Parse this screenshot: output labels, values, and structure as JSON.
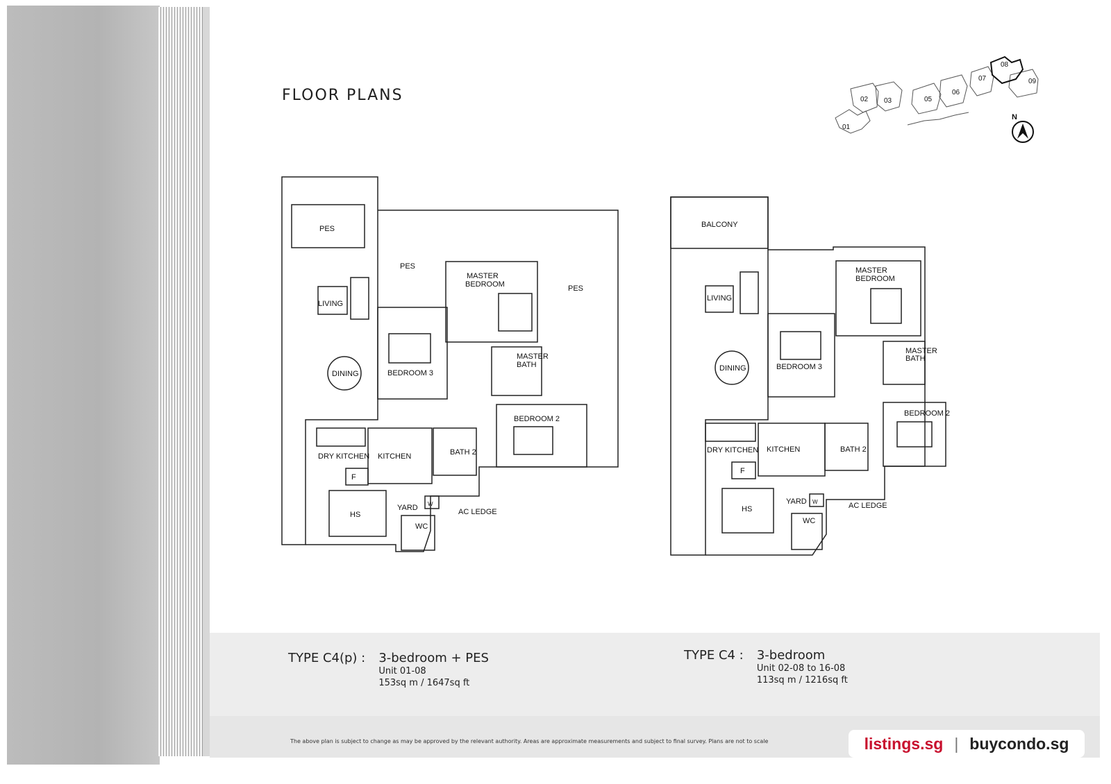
{
  "page": {
    "title": "FLOOR PLANS"
  },
  "key_plan": {
    "units": [
      "01",
      "02",
      "03",
      "05",
      "06",
      "07",
      "08",
      "09"
    ],
    "highlighted_unit": "08",
    "north_label": "N"
  },
  "plans": [
    {
      "type_label": "TYPE C4(p) :",
      "title": "3-bedroom + PES",
      "unit": "Unit 01-08",
      "area": "153sq m / 1647sq ft",
      "rooms": {
        "pes_top": "PES",
        "pes_mid": "PES",
        "pes_right": "PES",
        "living": "LIVING",
        "dining": "DINING",
        "master_bedroom_1": "MASTER",
        "master_bedroom_2": "BEDROOM",
        "bedroom3": "BEDROOM 3",
        "master_bath_1": "MASTER",
        "master_bath_2": "BATH",
        "bedroom2": "BEDROOM 2",
        "dry_kitchen": "DRY KITCHEN",
        "kitchen": "KITCHEN",
        "bath2": "BATH 2",
        "hs": "HS",
        "yard": "YARD",
        "w": "W",
        "f": "F",
        "wc": "WC",
        "ac_ledge": "AC LEDGE"
      }
    },
    {
      "type_label": "TYPE C4 :",
      "title": "3-bedroom",
      "unit": "Unit 02-08 to 16-08",
      "area": "113sq m / 1216sq ft",
      "rooms": {
        "balcony": "BALCONY",
        "living": "LIVING",
        "dining": "DINING",
        "master_bedroom_1": "MASTER",
        "master_bedroom_2": "BEDROOM",
        "bedroom3": "BEDROOM 3",
        "master_bath_1": "MASTER",
        "master_bath_2": "BATH",
        "bedroom2": "BEDROOM 2",
        "dry_kitchen": "DRY KITCHEN",
        "kitchen": "KITCHEN",
        "bath2": "BATH 2",
        "hs": "HS",
        "yard": "YARD",
        "w": "W",
        "f": "F",
        "wc": "WC",
        "ac_ledge": "AC LEDGE"
      }
    }
  ],
  "disclaimer": "The above plan is subject to change as may be approved by the relevant authority. Areas are approximate measurements and subject to final survey. Plans are not to scale",
  "watermark": {
    "left": "listings.sg",
    "separator": "|",
    "right": "buycondo.sg"
  }
}
